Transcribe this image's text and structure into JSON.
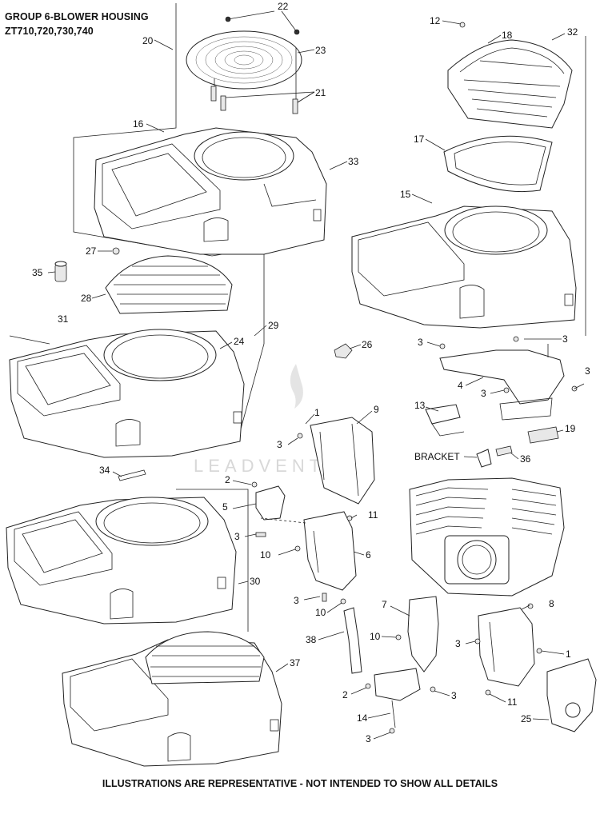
{
  "header": {
    "title_line1": "GROUP 6-BLOWER HOUSING",
    "title_line2": "ZT710,720,730,740"
  },
  "watermark": "LEADVENTURE",
  "footer": "ILLUSTRATIONS ARE REPRESENTATIVE - NOT INTENDED TO SHOW ALL DETAILS",
  "callouts": [
    "1",
    "2",
    "3",
    "4",
    "5",
    "6",
    "7",
    "8",
    "9",
    "10",
    "11",
    "12",
    "13",
    "14",
    "15",
    "16",
    "17",
    "18",
    "19",
    "20",
    "21",
    "22",
    "23",
    "24",
    "25",
    "26",
    "27",
    "28",
    "29",
    "30",
    "31",
    "32",
    "33",
    "34",
    "35",
    "36",
    "37",
    "38",
    "BRACKET"
  ]
}
